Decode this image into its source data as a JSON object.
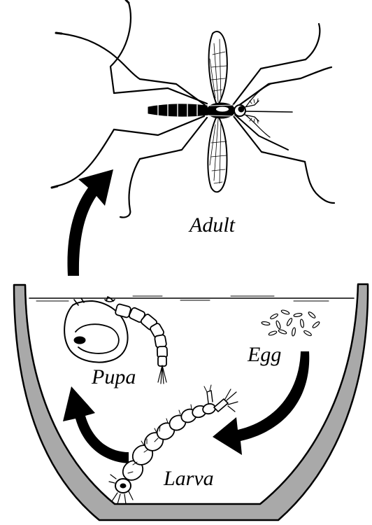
{
  "labels": {
    "adult": "Adult",
    "egg": "Egg",
    "pupa": "Pupa",
    "larva": "Larva"
  },
  "colors": {
    "ink": "#000000",
    "bowl_fill": "#a9a9a9",
    "paper": "#ffffff"
  }
}
